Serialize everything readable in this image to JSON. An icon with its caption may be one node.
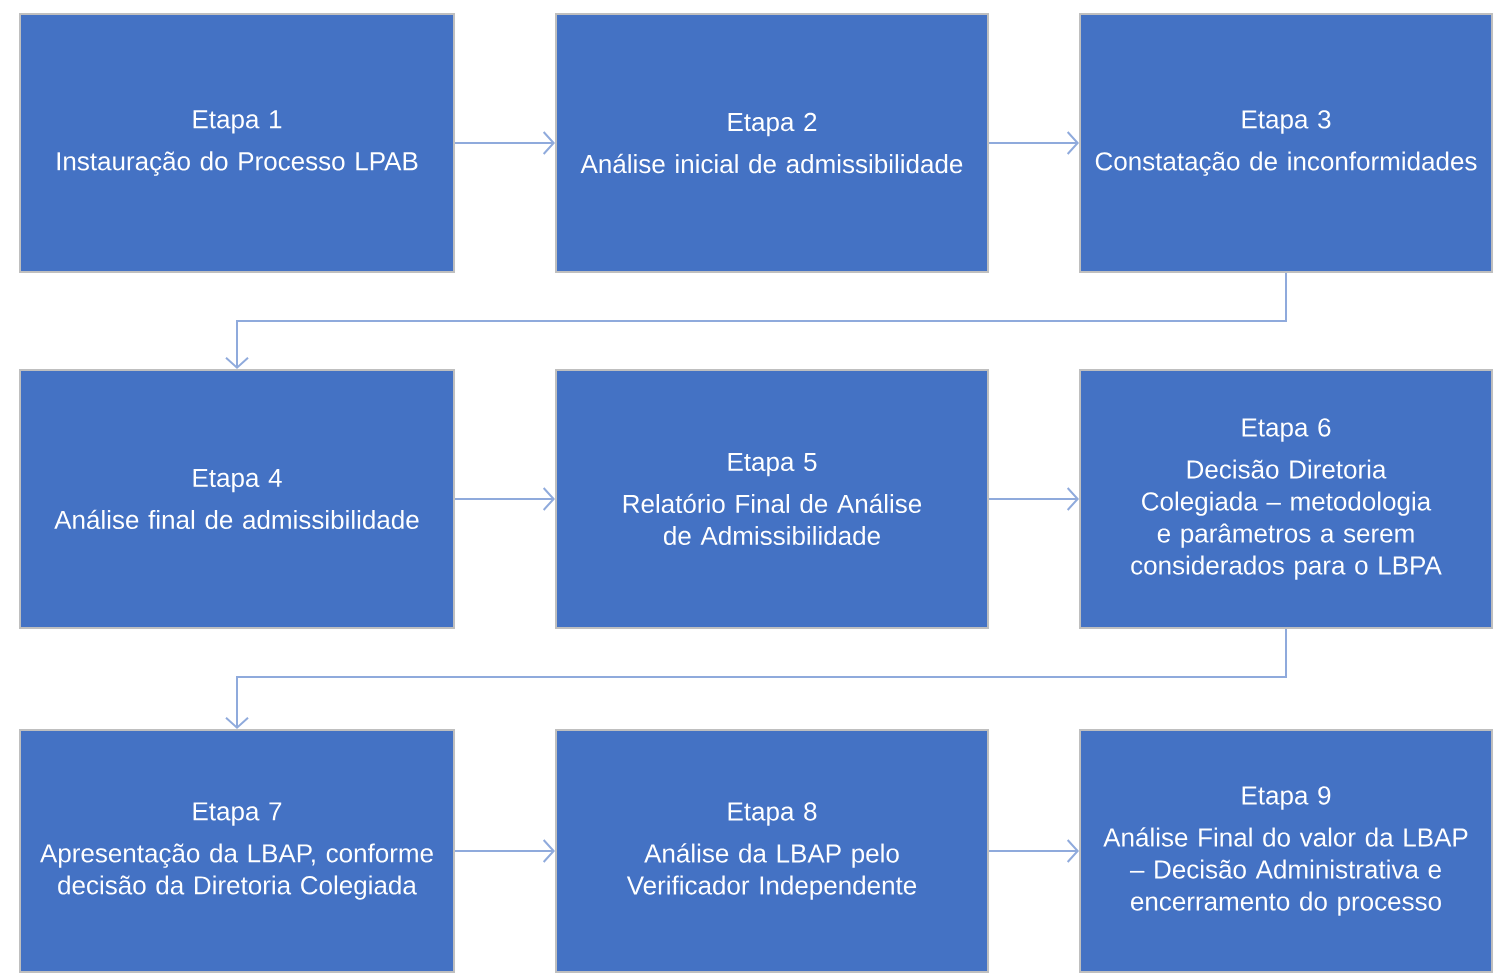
{
  "diagram": {
    "nodes": [
      {
        "text": [
          "Etapa 1",
          "Instauração do Processo LPAB"
        ]
      },
      {
        "text": [
          "Etapa 2",
          "Análise inicial de admissibilidade"
        ]
      },
      {
        "text": [
          "Etapa 3",
          "Constatação de inconformidades"
        ]
      },
      {
        "text": [
          "Etapa 4",
          "Análise final de admissibilidade"
        ]
      },
      {
        "text": [
          "Etapa 5",
          "Relatório Final de Análise de Admissibilidade"
        ]
      },
      {
        "text": [
          "Etapa 6",
          "Decisão Diretoria Colegiada – metodologia e parâmetros a serem considerados para o LBPA"
        ]
      },
      {
        "text": [
          "Etapa 7",
          "Apresentação da LBAP, conforme decisão da Diretoria Colegiada"
        ]
      },
      {
        "text": [
          "Etapa 8",
          "Análise da LBAP pelo Verificador Independente"
        ]
      },
      {
        "text": [
          "Etapa 9",
          "Análise Final do valor da LBAP – Decisão Administrativa e encerramento do processo"
        ]
      }
    ],
    "edges": [
      {
        "from": 0,
        "to": 1,
        "arrow": "to"
      },
      {
        "from": 1,
        "to": 2,
        "arrow": "to"
      },
      {
        "from": 2,
        "to": 3,
        "arrow": "to"
      },
      {
        "from": 3,
        "to": 4,
        "arrow": "to"
      },
      {
        "from": 4,
        "to": 5,
        "arrow": "to"
      },
      {
        "from": 5,
        "to": 6,
        "arrow": "to"
      },
      {
        "from": 6,
        "to": 7,
        "arrow": "to"
      },
      {
        "from": 7,
        "to": 8,
        "arrow": "to"
      }
    ]
  }
}
